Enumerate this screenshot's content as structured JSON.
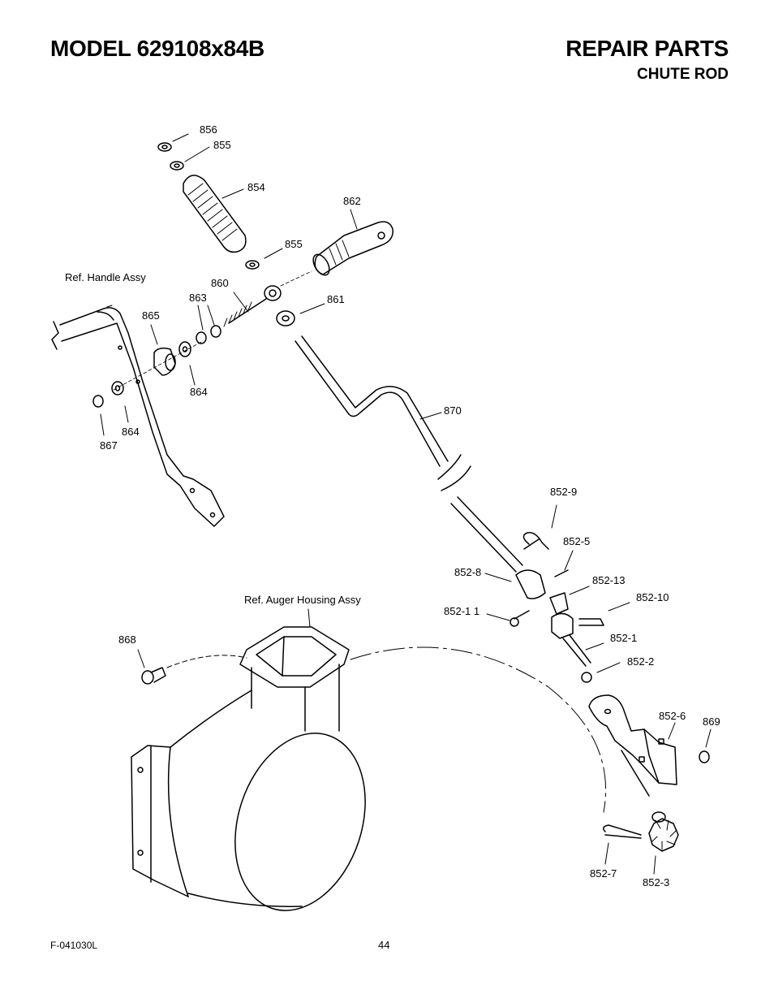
{
  "header": {
    "model": "MODEL 629108x84B",
    "title": "REPAIR PARTS",
    "subtitle": "CHUTE ROD"
  },
  "footer": {
    "code": "F-041030L",
    "page": "44"
  },
  "labels": {
    "p856": "856",
    "p855a": "855",
    "p854": "854",
    "p862": "862",
    "p855b": "855",
    "ref_handle": "Ref. Handle Assy",
    "p860": "860",
    "p863": "863",
    "p861": "861",
    "p865": "865",
    "p864a": "864",
    "p864b": "864",
    "p867": "867",
    "p870": "870",
    "p852_9": "852-9",
    "p852_5": "852-5",
    "p852_8": "852-8",
    "p852_13": "852-13",
    "ref_auger": "Ref. Auger Housing Assy",
    "p852_10": "852-10",
    "p852_11": "852-1 1",
    "p868": "868",
    "p852_1": "852-1",
    "p852_2": "852-2",
    "p852_6": "852-6",
    "p869": "869",
    "p852_7": "852-7",
    "p852_3": "852-3"
  },
  "colors": {
    "ink": "#000000",
    "paper": "#ffffff",
    "shade": "#d9d9d9"
  }
}
